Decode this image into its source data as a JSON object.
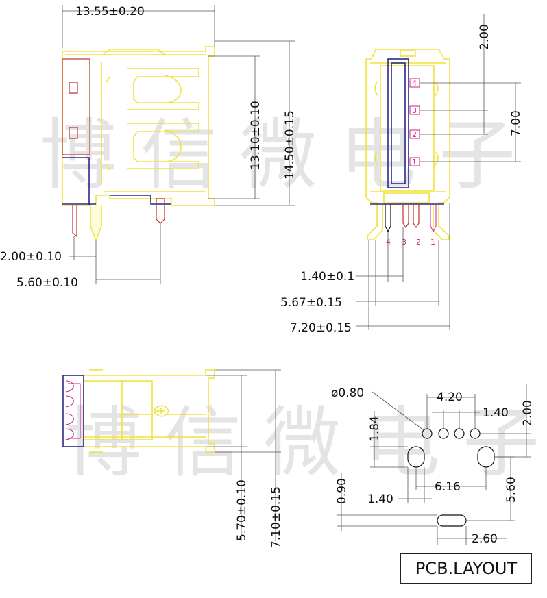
{
  "watermark": {
    "row1": [
      "博",
      "信",
      "微",
      "电",
      "子"
    ],
    "row2": [
      "博",
      "信",
      "微",
      "电",
      "子"
    ]
  },
  "side_view": {
    "width_top": "13.55±0.20",
    "height_inner": "13.10±0.10",
    "height_outer": "14.50±0.15",
    "pin_offset": "2.00±0.10",
    "pin_spacing": "5.60±0.10"
  },
  "front_view": {
    "top_gap": "2.00",
    "pin_span": "7.00",
    "pin_pitch": "1.40±0.1",
    "tab_span_inner": "5.67±0.15",
    "tab_span_outer": "7.20±0.15",
    "pin_labels_body": [
      "4",
      "3",
      "2",
      "1"
    ],
    "pin_labels_leads": [
      "4",
      "3",
      "2",
      "1"
    ]
  },
  "top_view": {
    "height_inner": "5.70±0.10",
    "height_outer": "7.10±0.15"
  },
  "pcb_layout": {
    "hole_diameter": "ø0.80",
    "pitch_span": "4.20",
    "pitch": "1.40",
    "row_offset": "2.00",
    "slot_height": "1.84",
    "slot_pitch": "6.16",
    "slot_width": "1.40",
    "slot_offset": "5.60",
    "oval_height": "0.90",
    "oval_width": "2.60"
  },
  "title": "PCB.LAYOUT",
  "colors": {
    "outline_yellow": "#f2e23a",
    "outline_navy": "#2a2a8a",
    "outline_red": "#c03030",
    "pin_magenta": "#d0208a",
    "watermark_gray": "#cfcfcf"
  }
}
